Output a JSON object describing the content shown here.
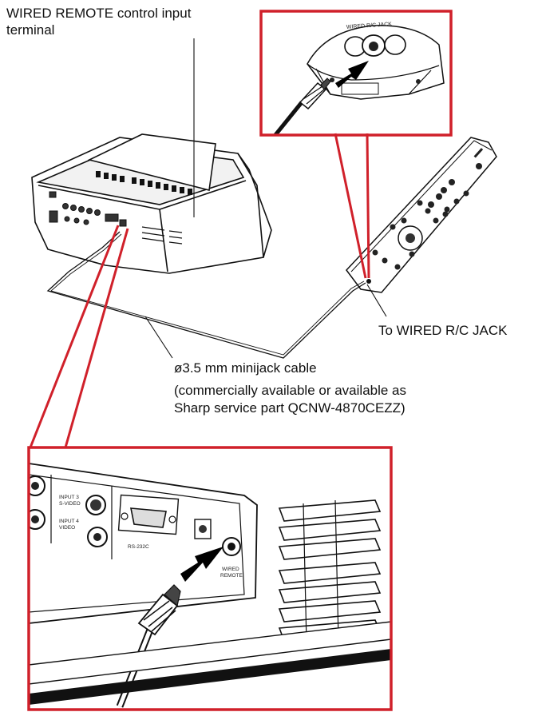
{
  "labels": {
    "wired_terminal_line1": "WIRED REMOTE control input",
    "wired_terminal_line2": "terminal",
    "to_jack": "To WIRED R/C JACK",
    "cable": "ø3.5 mm minijack cable",
    "cable_note_line1": "(commercially available or available as",
    "cable_note_line2": "Sharp service part QCNW-4870CEZZ)"
  },
  "panel_text": {
    "remote_jack": "WIRED R/C JACK",
    "input3": "INPUT 3",
    "svideo": "S-VIDEO",
    "input4": "INPUT 4",
    "video": "VIDEO",
    "rs232c": "RS-232C",
    "wired": "WIRED",
    "remote": "REMOTE"
  },
  "colors": {
    "callout": "#d0202a",
    "line": "#111111",
    "arrow": "#000000"
  }
}
